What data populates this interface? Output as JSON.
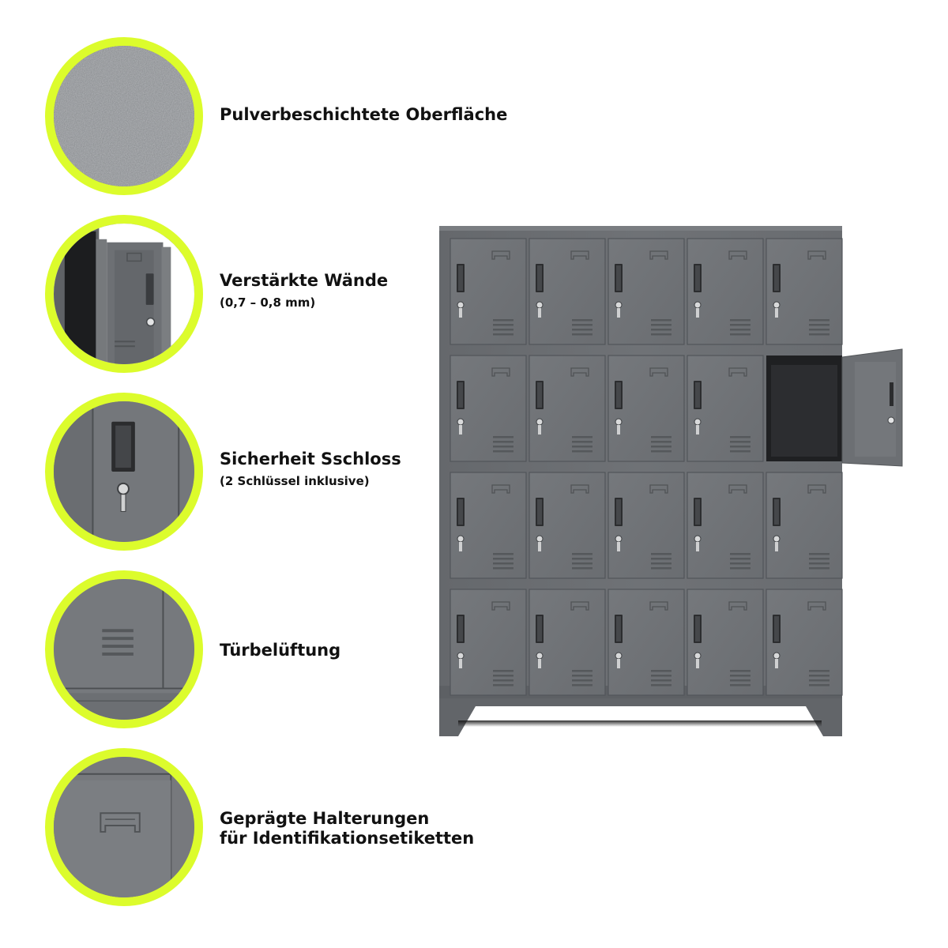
{
  "colors": {
    "accent_ring": "#dcfc2c",
    "locker_body": "#6f7276",
    "text": "#111111"
  },
  "features": [
    {
      "icon": "powder-coated-surface-icon",
      "title": "Pulverbeschichtete Oberfläche",
      "subtitle": ""
    },
    {
      "icon": "reinforced-walls-icon",
      "title": "Verstärkte Wände",
      "subtitle": "(0,7 – 0,8 mm)"
    },
    {
      "icon": "security-lock-icon",
      "title": "Sicherheit Sschloss",
      "subtitle": "(2 Schlüssel inklusive)"
    },
    {
      "icon": "door-ventilation-icon",
      "title": "Türbelüftung",
      "subtitle": ""
    },
    {
      "icon": "label-holder-icon",
      "title": "Geprägte Halterungen",
      "subtitle": "für Identifikationsetiketten"
    }
  ],
  "locker": {
    "columns": 5,
    "rows": 4,
    "open_door": {
      "row": 2,
      "column": 5
    }
  }
}
